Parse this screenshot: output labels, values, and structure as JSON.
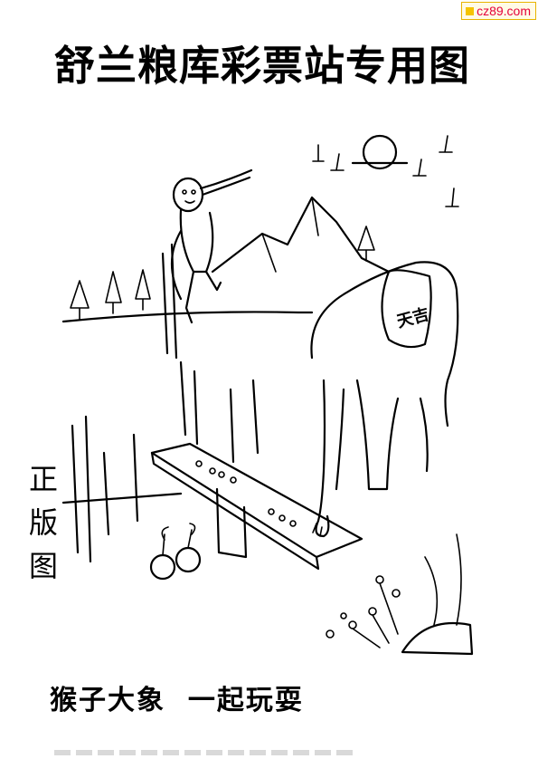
{
  "watermark": "cz89.com",
  "title": "舒兰粮库彩票站专用图",
  "side_label": [
    "正",
    "版",
    "图"
  ],
  "caption": "猴子大象  一起玩耍",
  "saddle_text": "天吉",
  "colors": {
    "watermark_text": "#e4003a",
    "watermark_border": "#e8b400",
    "ink": "#000000"
  },
  "icons": [
    "moon-icon",
    "tree-icon",
    "monkey-illustration",
    "elephant-illustration",
    "seesaw-illustration",
    "apple-icon",
    "flower-bush-icon"
  ]
}
